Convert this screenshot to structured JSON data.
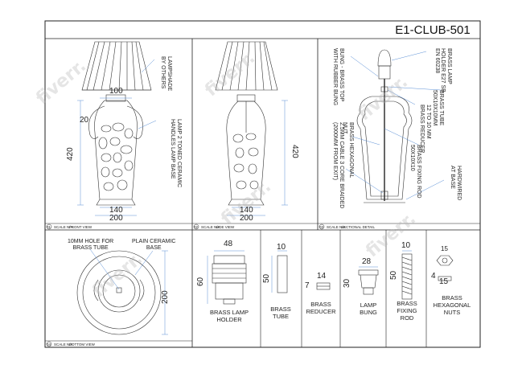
{
  "drawing_number": "E1-CLUB-501",
  "colors": {
    "line": "#333333",
    "dimension": "#5a8fd6",
    "frame": "#222222"
  },
  "views": {
    "front": {
      "number": "01",
      "title": "FRONT VIEW",
      "scale": "SCALE N/A"
    },
    "side": {
      "number": "02",
      "title": "SIDE VIEW",
      "scale": "SCALE N/A"
    },
    "section": {
      "number": "03",
      "title": "SECTIONAL DETAIL",
      "scale": "SCALE N/A"
    },
    "bottom": {
      "number": "04",
      "title": "BOTTOM VIEW",
      "scale": "SCALE N/A"
    }
  },
  "front_view": {
    "dim_top_width": "100",
    "dim_handle": "20",
    "dim_height": "420",
    "dim_base_small": "140",
    "dim_base_large": "200",
    "note_shade": [
      "LAMPSHADE",
      "BY OTHERS"
    ],
    "note_base": [
      "LAMP 2 TONED CERAMIC",
      "HANDLES LAMP BASE"
    ]
  },
  "side_view": {
    "dim_height": "420",
    "dim_base_small": "140",
    "dim_base_large": "200"
  },
  "section_view": {
    "note_holder": [
      "BRASS LAMP",
      "HOLDER E27 SB",
      "EN 60238"
    ],
    "note_tube": [
      "BRASS TUBE",
      "50X10X10MM"
    ],
    "note_reducer": [
      "12 TO 10 MM",
      "BRASS REDUCER"
    ],
    "note_rod": [
      "BRASS FIXING ROD",
      "50X10X10"
    ],
    "note_hardwired": [
      "HARDWIRED",
      "AT BASE"
    ],
    "note_bung": [
      "BUNG - BRASS TOP",
      "WITH RUBBER BUNG"
    ],
    "note_nut": [
      "BRASS HEXAGONAL",
      "NUT"
    ],
    "note_cable": [
      "2.5MM CABLE 3 CORE BRAIDED",
      "(2000MM FROM EXIT)"
    ]
  },
  "bottom_view": {
    "note_hole": [
      "10MM HOLE FOR",
      "BRASS TUBE"
    ],
    "note_base": [
      "PLAIN CERAMIC",
      "BASE"
    ],
    "dim_diameter": "200"
  },
  "parts": [
    {
      "name": [
        "BRASS LAMP",
        "HOLDER"
      ],
      "dim_w": "48",
      "dim_h": "60"
    },
    {
      "name": [
        "BRASS",
        "TUBE"
      ],
      "dim_w": "10",
      "dim_h": "50"
    },
    {
      "name": [
        "BRASS",
        "REDUCER"
      ],
      "dim_w": "14",
      "dim_h": "7"
    },
    {
      "name": [
        "LAMP",
        "BUNG"
      ],
      "dim_w": "28",
      "dim_h": "30"
    },
    {
      "name": [
        "BRASS",
        "FIXING",
        "ROD"
      ],
      "dim_w": "10",
      "dim_h": "50"
    },
    {
      "name": [
        "BRASS",
        "HEXAGONAL",
        "NUTS"
      ],
      "dim_w": "15",
      "dim_w2": "15",
      "dim_h": "4"
    }
  ],
  "watermark": "fiverr."
}
